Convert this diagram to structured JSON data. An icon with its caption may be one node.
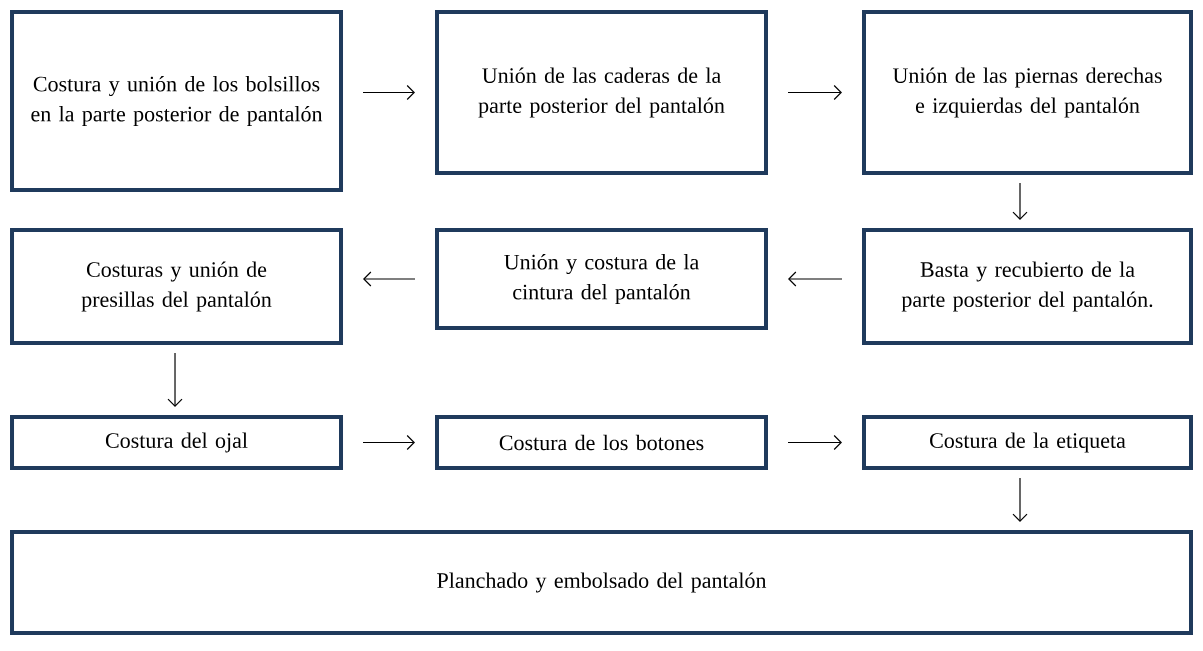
{
  "diagram": {
    "nodes": [
      {
        "text": [
          "Costura y unión de los bolsillos en la parte posterior de pantalón"
        ]
      },
      {
        "text": [
          "Unión de las caderas de la parte posterior del pantalón"
        ]
      },
      {
        "text": [
          "Unión de las piernas derechas e izquierdas del pantalón"
        ]
      },
      {
        "text": [
          "Basta y recubierto de la parte posterior del pantalón."
        ]
      },
      {
        "text": [
          "Unión y costura de la cintura del pantalón"
        ]
      },
      {
        "text": [
          "Costuras y unión de presillas del pantalón"
        ]
      },
      {
        "text": [
          "Costura del ojal"
        ]
      },
      {
        "text": [
          "Costura de los botones"
        ]
      },
      {
        "text": [
          "Costura de la etiqueta"
        ]
      },
      {
        "text": [
          "Planchado y embolsado del pantalón"
        ]
      }
    ],
    "edges": [
      {
        "from": 0,
        "to": 1,
        "arrow": "to"
      },
      {
        "from": 1,
        "to": 2,
        "arrow": "to"
      },
      {
        "from": 2,
        "to": 3,
        "arrow": "to"
      },
      {
        "from": 3,
        "to": 4,
        "arrow": "to"
      },
      {
        "from": 4,
        "to": 5,
        "arrow": "to"
      },
      {
        "from": 5,
        "to": 6,
        "arrow": "to"
      },
      {
        "from": 6,
        "to": 7,
        "arrow": "to"
      },
      {
        "from": 7,
        "to": 8,
        "arrow": "to"
      },
      {
        "from": 8,
        "to": 9,
        "arrow": "to"
      }
    ]
  }
}
